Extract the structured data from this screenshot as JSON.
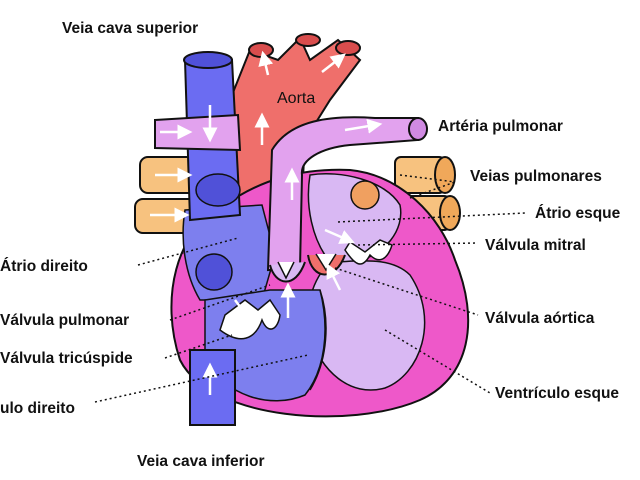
{
  "labels": {
    "superior_vena_cava": "Veia cava superior",
    "aorta": "Aorta",
    "pulmonary_artery": "Artéria pulmonar",
    "pulmonary_veins": "Veias pulmonares",
    "left_atrium": "Átrio esque",
    "mitral_valve": "Válvula mitral",
    "right_atrium": "Átrio direito",
    "pulmonary_valve": "Válvula pulmonar",
    "aortic_valve": "Válvula aórtica",
    "tricuspid_valve": "Válvula tricúspide",
    "left_ventricle": "Ventrículo esque",
    "right_ventricle": "ulo direito",
    "inferior_vena_cava": "Veia cava inferior"
  },
  "colors": {
    "vena_cava": "#6b6cf2",
    "aorta": "#ef6f6b",
    "pulmonary_artery": "#e2a2ee",
    "pulmonary_veins": "#f7c27f",
    "myocardium": "#ee58c9",
    "left_chambers": "#d9b8f3",
    "right_chambers": "#7d7fee",
    "valves": "#ffffff"
  }
}
